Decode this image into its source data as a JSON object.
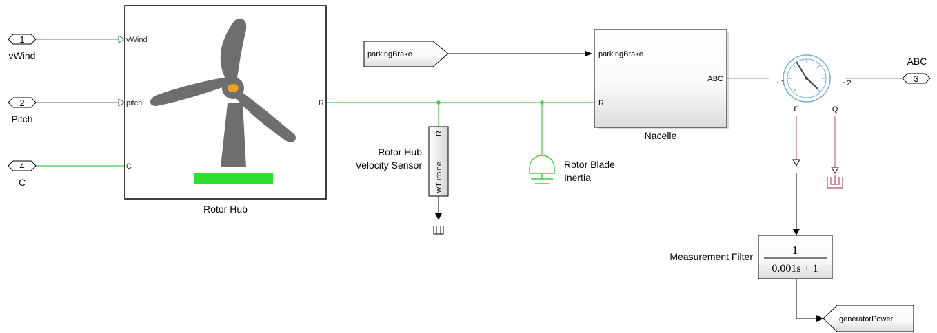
{
  "inports": {
    "vwind": {
      "number": "1",
      "label": "vWind"
    },
    "pitch": {
      "number": "2",
      "label": "Pitch"
    },
    "c": {
      "number": "4",
      "label": "C"
    }
  },
  "outport": {
    "number": "3",
    "label": "ABC"
  },
  "rotor_hub": {
    "name": "Rotor Hub",
    "ports": {
      "vwind": "vWind",
      "pitch": "pitch",
      "c": "C",
      "r": "R"
    }
  },
  "parking_brake_from": {
    "label": "parkingBrake"
  },
  "velocity_sensor": {
    "name_line1": "Rotor Hub",
    "name_line2": "Velocity Sensor",
    "port_out": "wTurbine",
    "port_r": "R"
  },
  "blade_inertia": {
    "name_line1": "Rotor Blade",
    "name_line2": "Inertia"
  },
  "nacelle": {
    "name": "Nacelle",
    "ports": {
      "parking_brake": "parkingBrake",
      "r": "R",
      "abc": "ABC"
    }
  },
  "sensor": {
    "port1": "~1",
    "port2": "~2",
    "p": "P",
    "q": "Q"
  },
  "measurement_filter": {
    "name": "Measurement Filter",
    "numerator": "1",
    "denominator": "0.001s + 1"
  },
  "generator_power_goto": {
    "label": "generatorPower"
  },
  "colors": {
    "mech": "#3fd14a",
    "signal_in": "#b0545a",
    "elec": "#7ab0d0",
    "signal": "#000000"
  }
}
